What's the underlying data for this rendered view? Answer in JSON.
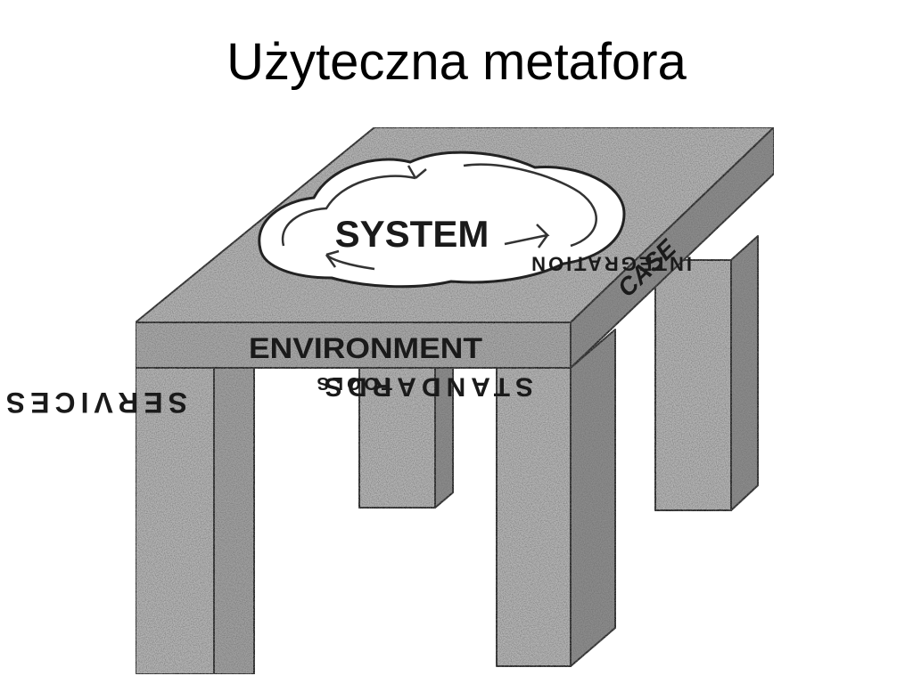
{
  "slide": {
    "title": "Użyteczna metafora"
  },
  "diagram": {
    "system": "SYSTEM",
    "environment": "ENVIRONMENT",
    "case": "CASE",
    "services": "SERVICES",
    "tools": "TOOLS",
    "standards": "STANDARDS",
    "integration": "INTEGRATION"
  },
  "colors": {
    "table_fill": "#b4b4b4",
    "table_dark": "#8c8c8c",
    "outline": "#222222",
    "cloud": "#ffffff"
  }
}
